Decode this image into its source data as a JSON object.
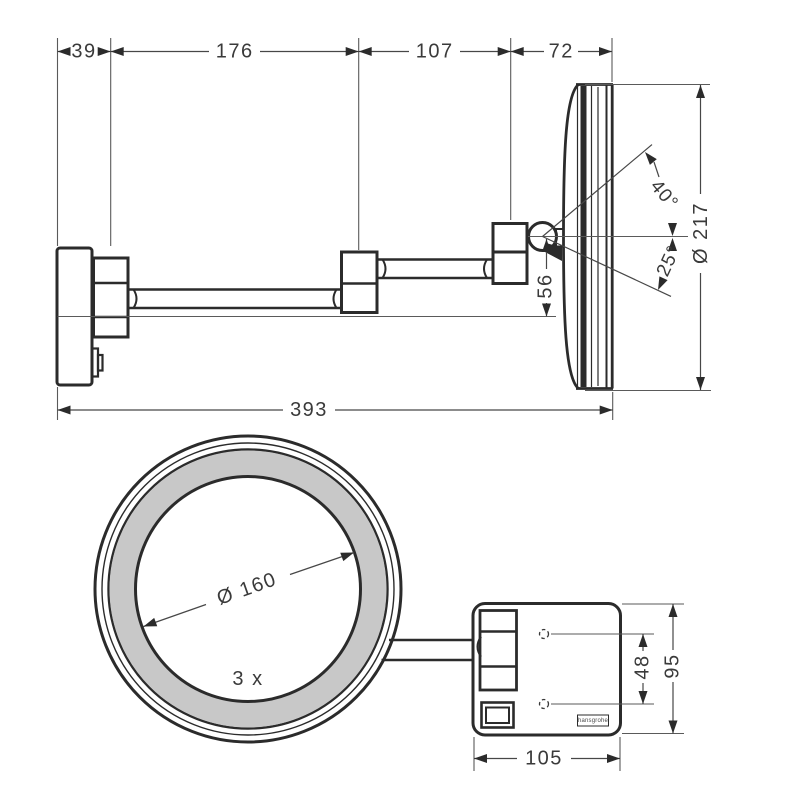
{
  "drawing": {
    "type": "technical-drawing",
    "subject": "wall-mounted magnifying cosmetic mirror, side view and front view",
    "colors": {
      "line": "#2b2b2b",
      "dimension": "#474747",
      "led_ring": "#c8c8c8",
      "background": "#ffffff"
    },
    "side_view": {
      "dims": {
        "d39": "39",
        "d176": "176",
        "d107": "107",
        "d72": "72",
        "d393": "393",
        "d217": "Ø 217",
        "d40": "40°",
        "d25": "25°",
        "d56": "56"
      }
    },
    "front_view": {
      "dims": {
        "d160": "Ø 160",
        "mag": "3 x",
        "d105": "105",
        "d48": "48",
        "d95": "95"
      },
      "logo": "hansgrohe"
    }
  }
}
